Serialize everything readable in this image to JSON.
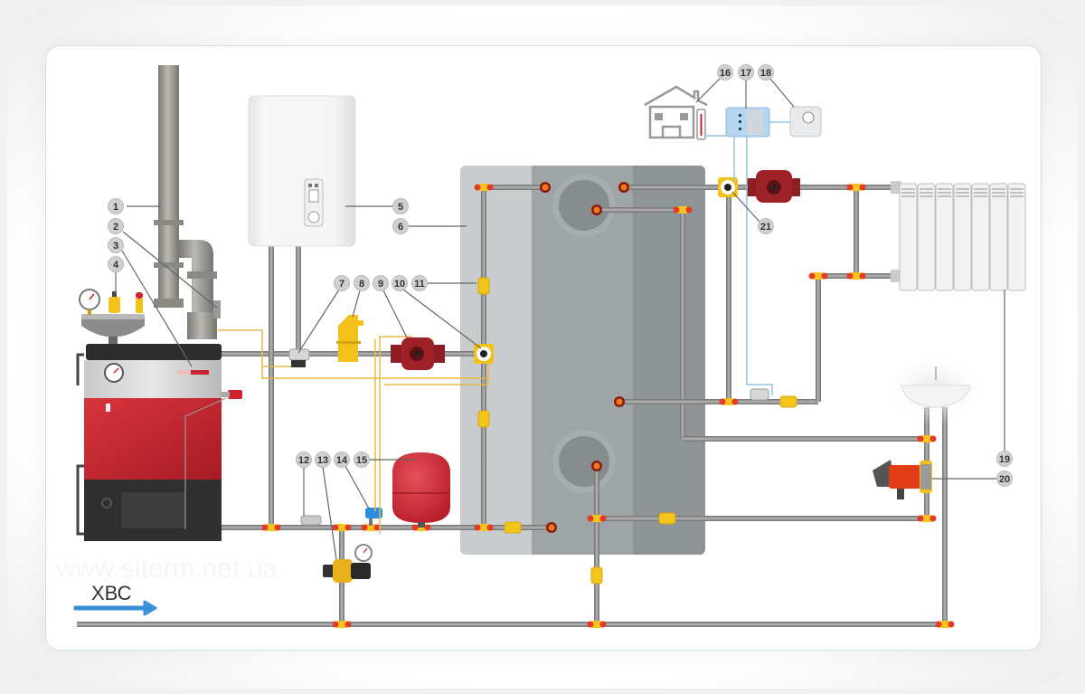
{
  "diagram": {
    "title": "Heating system schematic with solid-fuel boiler, electric boiler and buffer tank",
    "watermark": "www.siterm.net.ua",
    "cold_water_label": "ХВС",
    "callouts": [
      {
        "n": "1",
        "component": "chimney"
      },
      {
        "n": "2",
        "component": "draft-regulator"
      },
      {
        "n": "3",
        "component": "boiler-thermostat"
      },
      {
        "n": "4",
        "component": "safety-group"
      },
      {
        "n": "5",
        "component": "electric-boiler"
      },
      {
        "n": "6",
        "component": "buffer-tank"
      },
      {
        "n": "7",
        "component": "check-valve"
      },
      {
        "n": "8",
        "component": "air-separator"
      },
      {
        "n": "9",
        "component": "circulation-pump"
      },
      {
        "n": "10",
        "component": "three-way-valve"
      },
      {
        "n": "11",
        "component": "shutoff-valve"
      },
      {
        "n": "12",
        "component": "filter"
      },
      {
        "n": "13",
        "component": "pressure-reducer"
      },
      {
        "n": "14",
        "component": "fill-valve"
      },
      {
        "n": "15",
        "component": "expansion-tank"
      },
      {
        "n": "16",
        "component": "outdoor-temperature-sensor"
      },
      {
        "n": "17",
        "component": "controller"
      },
      {
        "n": "18",
        "component": "room-thermostat"
      },
      {
        "n": "19",
        "component": "radiator"
      },
      {
        "n": "20",
        "component": "dhw-recirculation-pump"
      },
      {
        "n": "21",
        "component": "mixing-valve"
      }
    ],
    "colors": {
      "pipe": "#8e8e8e",
      "fitting_red": "#e53a2a",
      "fitting_yellow": "#f3c51b",
      "boiler_red": "#c9242f",
      "tank_gray": "#9aa0a3",
      "signal_wire": "#e8b84a",
      "control_wire": "#8fc6e6",
      "cold_water_arrow": "#3a8fdc"
    }
  }
}
